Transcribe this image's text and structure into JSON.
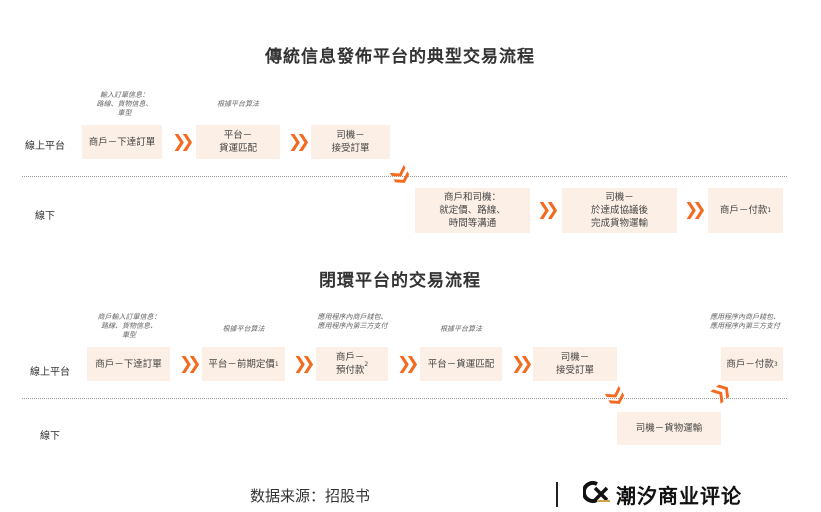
{
  "diagram1": {
    "title": "傳統信息發佈平台的典型交易流程",
    "online_label": "線上平台",
    "offline_label": "線下",
    "notes": [
      "輸入訂單信息：\n路線、貨物信息、\n車型",
      "根據平台算法"
    ],
    "online_steps": [
      "商戶－下達訂單",
      "平台－\n貨運匹配",
      "司機－\n接受訂單"
    ],
    "offline_steps": [
      "商戶和司機：\n就定價、路線、\n時間等溝通",
      "司機－\n於達成協議後\n完成貨物運輸",
      "商戶－付款"
    ],
    "footnote_mark": "1"
  },
  "diagram2": {
    "title": "閉環平台的交易流程",
    "online_label": "線上平台",
    "offline_label": "線下",
    "notes": [
      "商戶輸入訂單信息：\n路線、貨物信息、\n車型",
      "根據平台算法",
      "應用程序內商戶錢包、\n應用程序內第三方支付",
      "根據平台算法",
      "應用程序內商戶錢包、\n應用程序內第三方支付"
    ],
    "online_steps": [
      "商戶－下達訂單",
      "平台－前期定價",
      "商戶－\n預付款",
      "平台－貨運匹配",
      "司機－\n接受訂單",
      "商戶－付款"
    ],
    "marks": [
      "1",
      "2",
      "3"
    ],
    "offline_steps": [
      "司機－貨物運輸"
    ]
  },
  "footer": {
    "source": "数据来源：招股书",
    "brand": "潮汐商业评论"
  },
  "colors": {
    "accent": "#f26b21",
    "box": "#fcefe5"
  }
}
